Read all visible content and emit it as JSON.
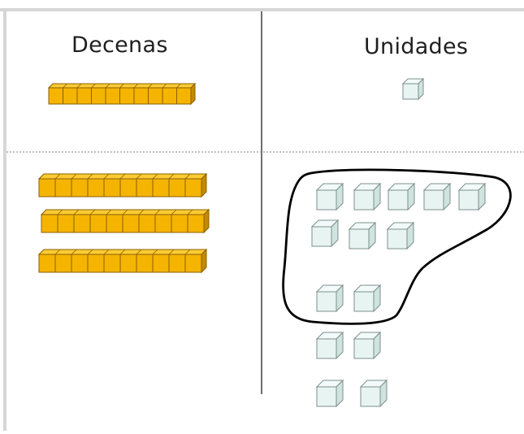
{
  "headers": {
    "tens": "Decenas",
    "units": "Unidades"
  },
  "colors": {
    "ten_rod": "#f5b400",
    "ten_rod_top": "#ffcb33",
    "ten_rod_side": "#c48a00",
    "unit_cube_front": "#e8f4f2",
    "unit_cube_top": "#f3fbfa",
    "unit_cube_side": "#cfe3df",
    "grid_line": "#6e6e6e",
    "loop_stroke": "#000000"
  },
  "top_row": {
    "tens_rods": 1,
    "unit_cubes": 1
  },
  "bottom_row": {
    "tens_rods": 3,
    "unit_cubes": 14,
    "circled_unit_cubes": 10
  }
}
